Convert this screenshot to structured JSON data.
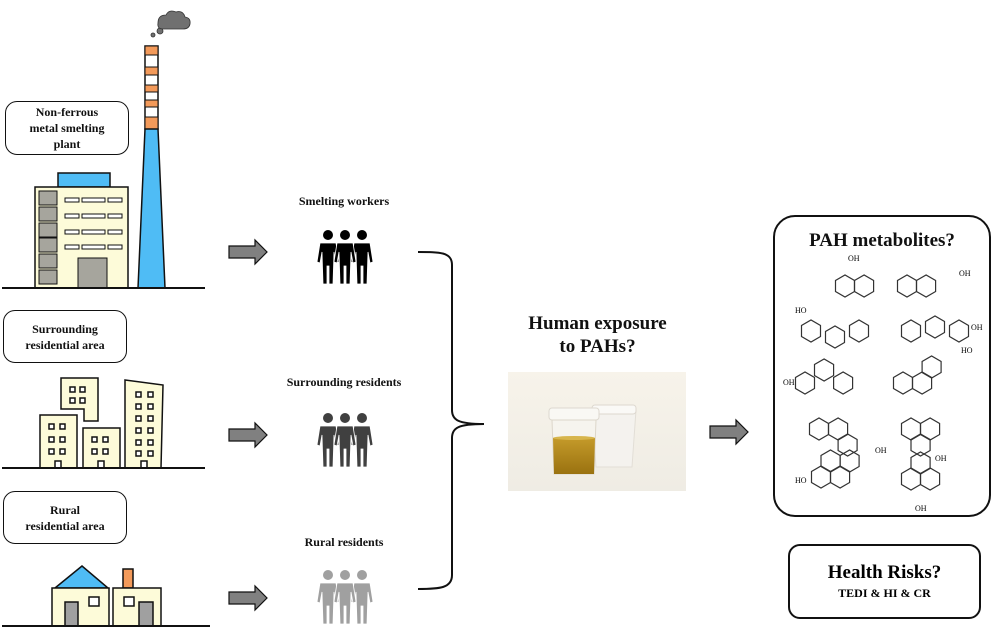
{
  "sources": [
    {
      "id": "plant",
      "label_lines": [
        "Non-ferrous",
        "metal smelting",
        "plant"
      ]
    },
    {
      "id": "surrounding",
      "label_lines": [
        "Surrounding",
        "residential area"
      ]
    },
    {
      "id": "rural",
      "label_lines": [
        "Rural",
        "residential area"
      ]
    }
  ],
  "groups": [
    {
      "label": "Smelting workers",
      "color": "#000000"
    },
    {
      "label": "Surrounding residents",
      "color": "#404040"
    },
    {
      "label": "Rural residents",
      "color": "#a0a0a0"
    }
  ],
  "exposure": {
    "title_lines": [
      "Human exposure",
      "to PAHs?"
    ]
  },
  "metabolites": {
    "title": "PAH metabolites?",
    "structure_labels": [
      "OH",
      "OH",
      "HO",
      "OH",
      "OH",
      "HO",
      "OH",
      "OH",
      "HO",
      "OH"
    ]
  },
  "health": {
    "title": "Health Risks?",
    "subtitle": "TEDI & HI & CR"
  },
  "colors": {
    "building_fill": "#fdfbd9",
    "window_gray": "#a6a59d",
    "chimney_blue": "#4fbcf5",
    "chimney_orange": "#f39a5a",
    "arrow_fill": "#808080",
    "smoke": "#707070",
    "door_gray": "#a0a0a0",
    "urine": "#b08a1a"
  }
}
